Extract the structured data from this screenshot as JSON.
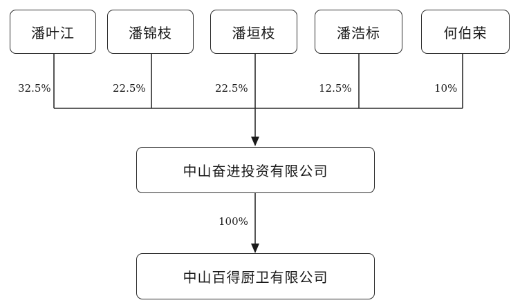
{
  "shareholders": [
    {
      "name": "潘叶江",
      "share": "32.5%"
    },
    {
      "name": "潘锦枝",
      "share": "22.5%"
    },
    {
      "name": "潘垣枝",
      "share": "22.5%"
    },
    {
      "name": "潘浩标",
      "share": "12.5%"
    },
    {
      "name": "何伯荣",
      "share": "10%"
    }
  ],
  "holding_company": {
    "name": "中山奋进投资有限公司",
    "share": "100%"
  },
  "operating_company": {
    "name": "中山百得厨卫有限公司"
  }
}
